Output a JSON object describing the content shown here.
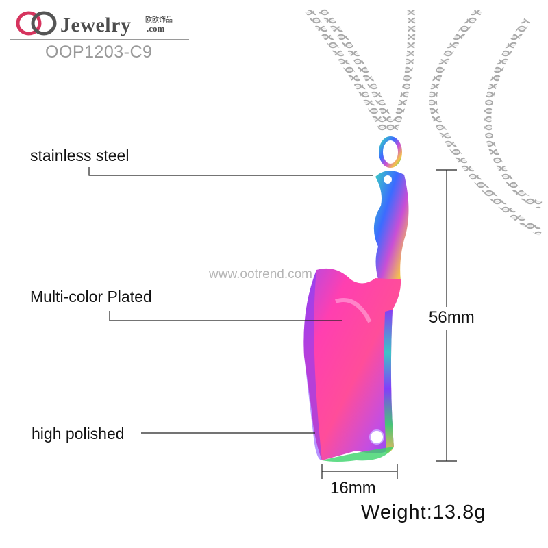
{
  "brand": {
    "name": "Jewelry",
    "chinese": "欧欧饰品",
    "domain": ".com",
    "colors": {
      "ring_left": "#d6345e",
      "ring_right": "#555555"
    }
  },
  "product_code": "OOP1203-C9",
  "watermark": "www.ootrend.com",
  "callouts": {
    "material": "stainless steel",
    "plating": "Multi-color Plated",
    "finish": "high polished"
  },
  "dimensions": {
    "height": "56mm",
    "width": "16mm"
  },
  "weight": "Weight:13.8g",
  "pendant": {
    "shape": "cleaver-icon",
    "colors": [
      "#c94fd6",
      "#ff3fa8",
      "#7a3cff",
      "#2bd0c8",
      "#f6c34b",
      "#3bd36a"
    ]
  }
}
